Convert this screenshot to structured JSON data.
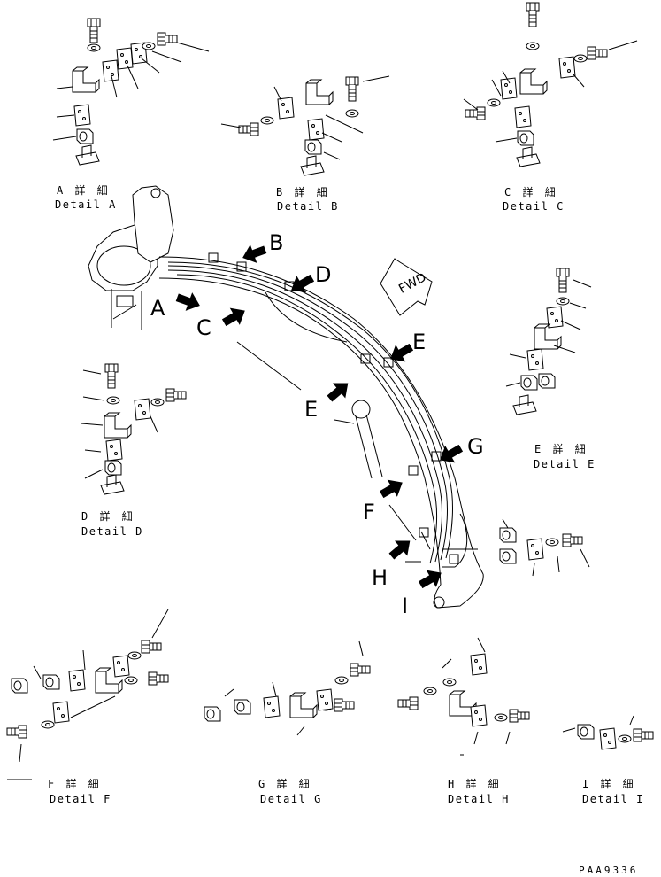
{
  "details": {
    "a": {
      "jp": "A 詳 細",
      "en": "Detail A"
    },
    "b": {
      "jp": "B 詳 細",
      "en": "Detail B"
    },
    "c": {
      "jp": "C 詳 細",
      "en": "Detail C"
    },
    "d": {
      "jp": "D 詳 細",
      "en": "Detail D"
    },
    "e": {
      "jp": "E 詳 細",
      "en": "Detail E"
    },
    "f": {
      "jp": "F 詳 細",
      "en": "Detail F"
    },
    "g": {
      "jp": "G 詳 細",
      "en": "Detail G"
    },
    "h": {
      "jp": "H 詳 細",
      "en": "Detail H"
    },
    "i": {
      "jp": "I 詳 細",
      "en": "Detail I"
    }
  },
  "callouts": {
    "a": "A",
    "b": "B",
    "c": "C",
    "d": "D",
    "e1": "E",
    "e2": "E",
    "f": "F",
    "g": "G",
    "h": "H",
    "i": "I"
  },
  "fwd_label": "FWD",
  "drawing_code": "PAA9336"
}
